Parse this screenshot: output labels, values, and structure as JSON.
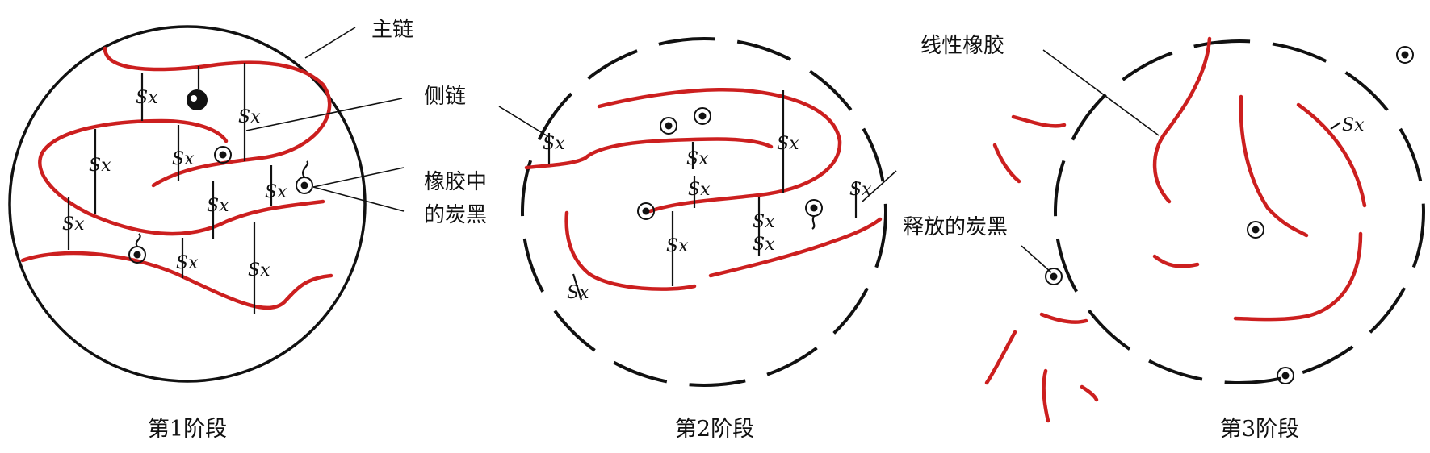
{
  "labels": {
    "main_chain": "主链",
    "side_chain": "侧链",
    "carbon_black_line1": "橡胶中",
    "carbon_black_line2": "的炭黑",
    "linear_rubber": "线性橡胶",
    "released_carbon_black": "释放的炭黑"
  },
  "stages": [
    "第1阶段",
    "第2阶段",
    "第3阶段"
  ],
  "crosslink_symbol": "Sx",
  "colors": {
    "rubber_chain": "#cc1f1f",
    "crosslink": "#111111",
    "boundary": "#111111"
  }
}
